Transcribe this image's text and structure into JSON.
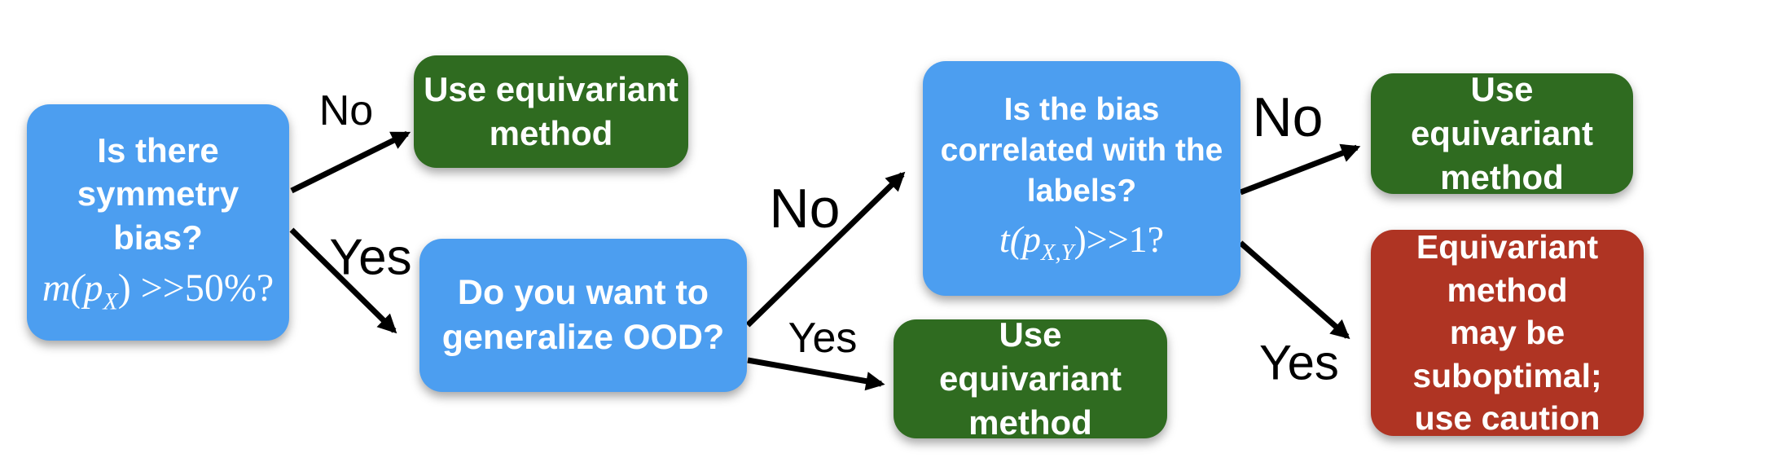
{
  "figure_type": "decision-flowchart",
  "colors": {
    "question_box": "#4C9EF0",
    "recommendation_box": "#2F6B20",
    "caution_box": "#AF3423",
    "box_text": "#FFFFFF",
    "edge_label_text": "#000000",
    "arrow": "#000000",
    "background": "#FFFFFF"
  },
  "nodes": {
    "q_symmetry": {
      "lines": [
        "Is there",
        "symmetry bias?"
      ],
      "math": {
        "pre": "m(p",
        "sub": "X",
        "post": ") >>50%?"
      }
    },
    "r_top_left": {
      "lines": [
        "Use equivariant",
        "method"
      ]
    },
    "q_ood": {
      "lines": [
        "Do you want to",
        "generalize OOD?"
      ]
    },
    "q_bias_labels": {
      "lines": [
        "Is the bias",
        "correlated with the",
        "labels?"
      ],
      "math": {
        "pre": "t(p",
        "sub": "X,Y",
        "post": ")>>1?"
      }
    },
    "r_bottom_mid": {
      "lines": [
        "Use equivariant",
        "method"
      ]
    },
    "r_top_right": {
      "lines": [
        "Use equivariant",
        "method"
      ]
    },
    "w_caution": {
      "lines": [
        "Equivariant method",
        "may be suboptimal;",
        "use caution"
      ]
    }
  },
  "edges": {
    "no1": {
      "label": "No"
    },
    "yes1": {
      "label": "Yes"
    },
    "no2": {
      "label": "No"
    },
    "yes2": {
      "label": "Yes"
    },
    "no3": {
      "label": "No"
    },
    "yes3": {
      "label": "Yes"
    }
  }
}
